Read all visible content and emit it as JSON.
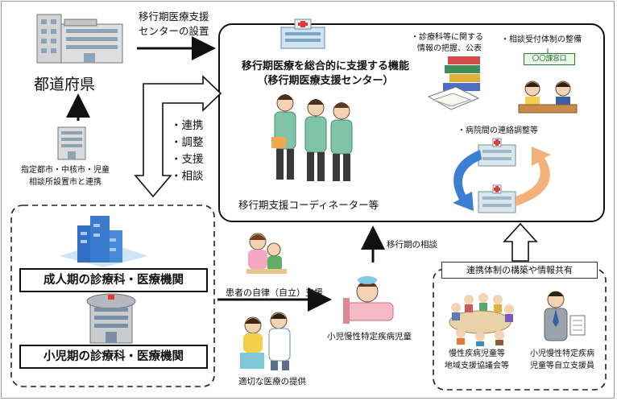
{
  "prefecture": {
    "label": "都道府県"
  },
  "setup_arrow": {
    "line1": "移行期医療支援",
    "line2": "センターの設置"
  },
  "city": {
    "line1": "指定都市・中核市・児童",
    "line2": "相談所設置市と連携"
  },
  "links": {
    "items": [
      "・連携",
      "・調整",
      "・支援",
      "・相談"
    ]
  },
  "center": {
    "title_line1": "移行期医療を総合的に支援する機能",
    "title_line2": "（移行期医療支援センター）",
    "coordinator": "移行期支援コーディネーター等",
    "info_line1": "・診療科等に関する",
    "info_line2": "情報の把握、公表",
    "reception": "・相談受付体制の整備",
    "reception_sign": "〇〇課窓口",
    "hospital_coord": "・病院間の連絡調整等"
  },
  "institutions": {
    "adult": "成人期の診療科・医療機関",
    "child": "小児期の診療科・医療機関"
  },
  "transition_consult": "移行期の相談",
  "independence": "患者の自律（自立）支援",
  "medical_care": "適切な医療の提供",
  "patient": "小児慢性特定疾病児童",
  "system_box": {
    "title": "連携体制の構築や情報共有",
    "council_line1": "慢性疾病児童等",
    "council_line2": "地域支援協議会等",
    "support_line1": "小児慢性特定疾病",
    "support_line2": "児童等自立支援員"
  },
  "colors": {
    "building_blue": "#2f6fc4",
    "nurse_green": "#7fc3a8",
    "arrow_blue": "#3a7fd4",
    "arrow_orange": "#f2b27a"
  }
}
